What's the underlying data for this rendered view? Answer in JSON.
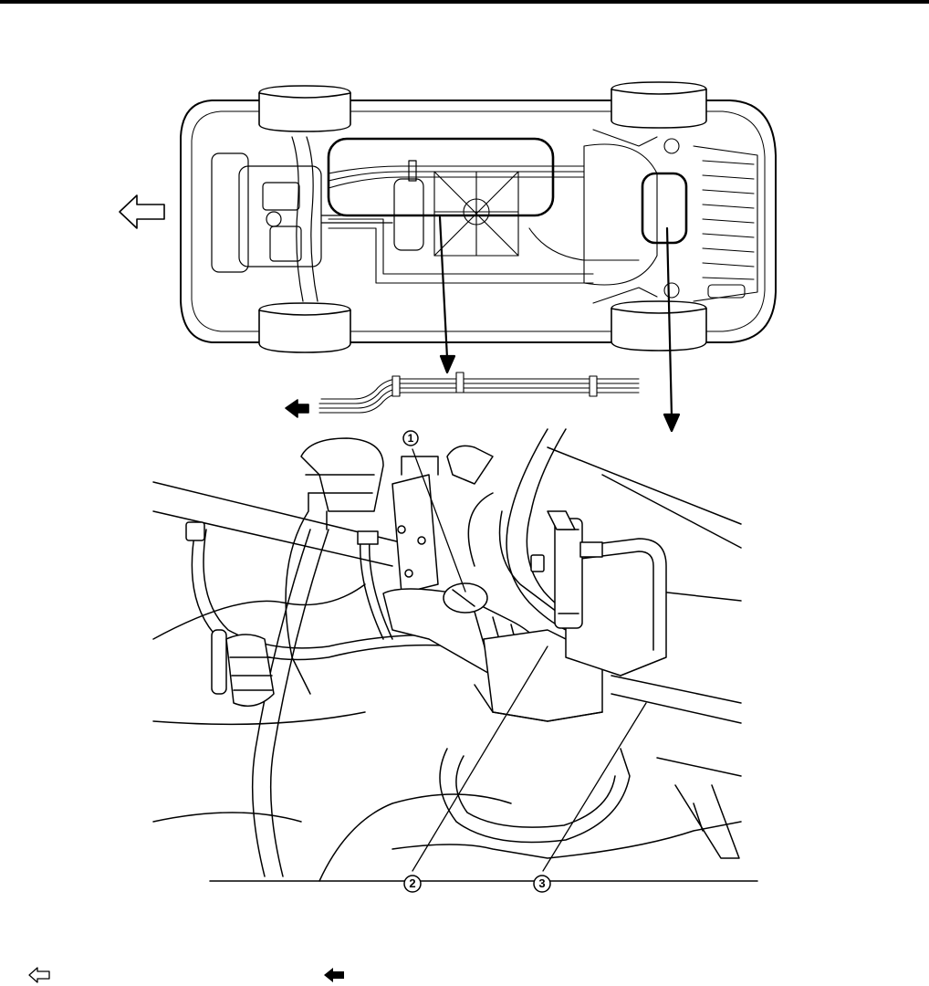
{
  "figure": {
    "callouts": [
      {
        "id": "callout-1",
        "label": "1"
      },
      {
        "id": "callout-2",
        "label": "2"
      },
      {
        "id": "callout-3",
        "label": "3"
      }
    ]
  },
  "legend": {
    "front_icon": "outline-arrow-left-icon",
    "direction_icon": "solid-arrow-left-icon"
  },
  "colors": {
    "line": "#000000",
    "background": "#ffffff"
  }
}
